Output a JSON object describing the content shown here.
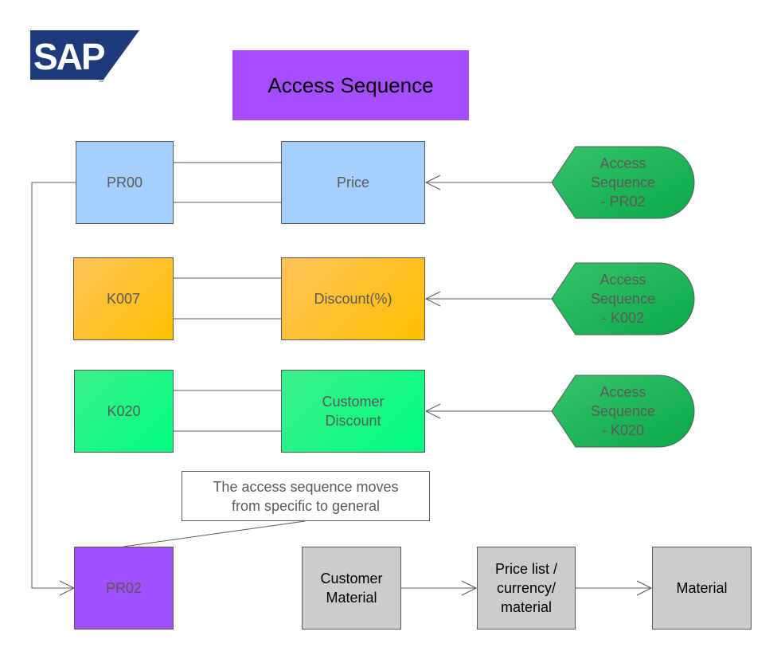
{
  "logo": {
    "text": "SAP",
    "reg_mark": "®"
  },
  "title": "Access Sequence",
  "condition_types": [
    {
      "code": "PR00",
      "meaning": "Price",
      "access_sequence": [
        "Access",
        "Sequence",
        "- PR02"
      ]
    },
    {
      "code": "K007",
      "meaning": "Discount(%)",
      "access_sequence": [
        "Access",
        "Sequence",
        "- K002"
      ]
    },
    {
      "code": "K020",
      "meaning_lines": [
        "Customer",
        "Discount"
      ],
      "access_sequence": [
        "Access",
        "Sequence",
        "- K020"
      ]
    }
  ],
  "note": {
    "lines": [
      "The access sequence moves",
      "from specific to general"
    ]
  },
  "pr02": "PR02",
  "sequence": [
    {
      "lines": [
        "Customer",
        "Material"
      ]
    },
    {
      "lines": [
        "Price list /",
        "currency/",
        "material"
      ]
    },
    {
      "lines": [
        "Material"
      ]
    }
  ],
  "colors": {
    "title_bg": "#a64dff",
    "blue": "#a7cffb",
    "orange": "#ffbf00",
    "green": "#00ff7f",
    "tag_green": "#1aa84f",
    "purple": "#a150ff",
    "grey": "#cccccc",
    "logo_blue": "#1e3a7b"
  }
}
